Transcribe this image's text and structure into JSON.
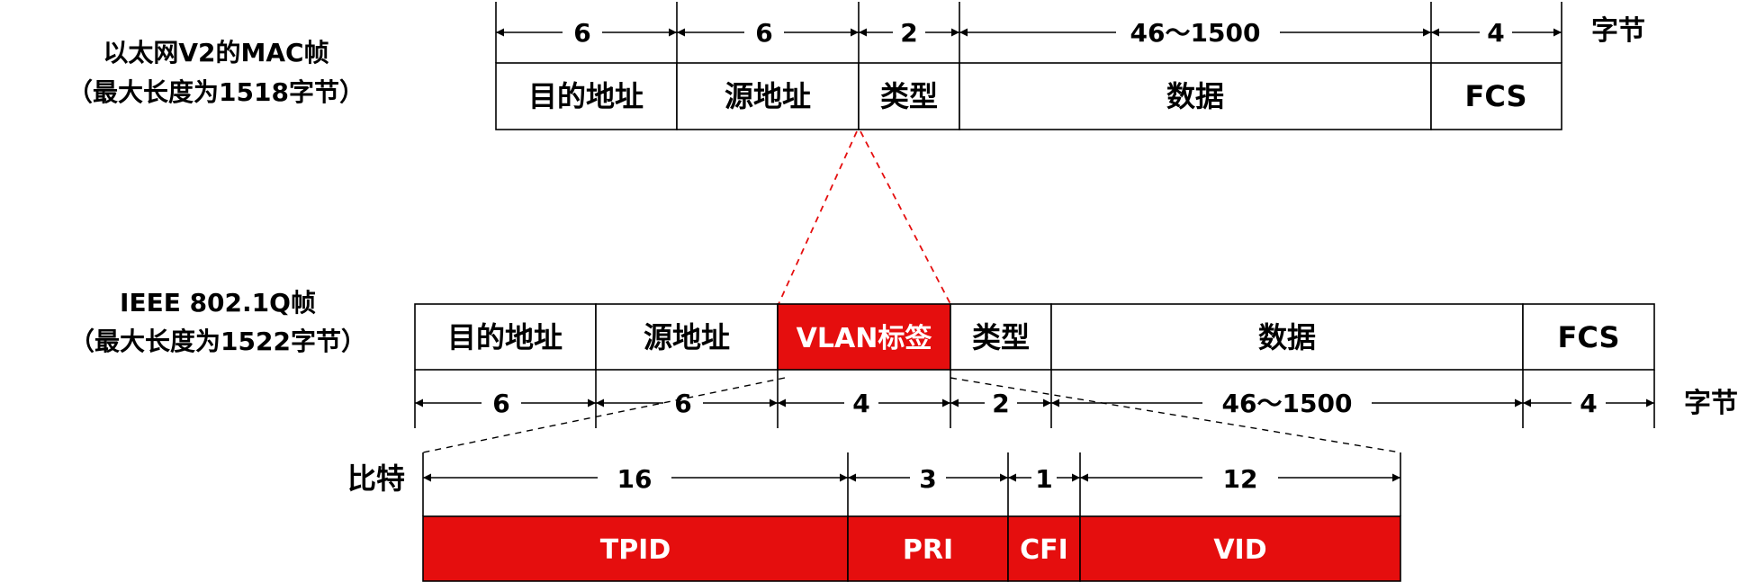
{
  "frame1": {
    "title_line1": "以太网V2的MAC帧",
    "title_line2": "（最大长度为1518字节）",
    "fields": [
      "目的地址",
      "源地址",
      "类型",
      "数据",
      "FCS"
    ],
    "sizes": [
      "6",
      "6",
      "2",
      "46～1500",
      "4"
    ],
    "unit": "字节"
  },
  "frame2": {
    "title_line1": "IEEE 802.1Q帧",
    "title_line2": "（最大长度为1522字节）",
    "fields": [
      "目的地址",
      "源地址",
      "VLAN标签",
      "类型",
      "数据",
      "FCS"
    ],
    "sizes": [
      "6",
      "6",
      "4",
      "2",
      "46～1500",
      "4"
    ],
    "unit": "字节"
  },
  "tag": {
    "unit": "比特",
    "fields": [
      "TPID",
      "PRI",
      "CFI",
      "VID"
    ],
    "sizes": [
      "16",
      "3",
      "1",
      "12"
    ]
  },
  "colors": {
    "highlight_red": "#e50e0e",
    "line": "#000000"
  }
}
